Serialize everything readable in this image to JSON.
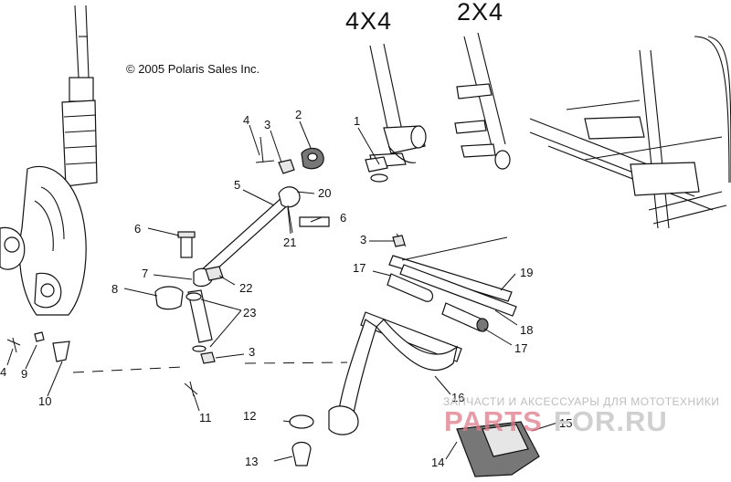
{
  "header": {
    "label_4x4": "4X4",
    "label_2x4": "2X4",
    "copyright": "© 2005 Polaris Sales Inc."
  },
  "watermark": {
    "tagline": "ЗАПЧАСТИ И АКСЕССУАРЫ ДЛЯ МОТОТЕХНИКИ",
    "brand_part1": "PARTS",
    "brand_part2": "FOR.RU"
  },
  "callouts": {
    "c1": "1",
    "c2": "2",
    "c3a": "3",
    "c3b": "3",
    "c3c": "3",
    "c4a": "4",
    "c4b": "4",
    "c5": "5",
    "c6a": "6",
    "c6b": "6",
    "c7": "7",
    "c8": "8",
    "c9": "9",
    "c10": "10",
    "c11": "11",
    "c12": "12",
    "c13": "13",
    "c14": "14",
    "c15": "15",
    "c16": "16",
    "c17a": "17",
    "c17b": "17",
    "c18": "18",
    "c19": "19",
    "c20": "20",
    "c21": "21",
    "c22": "22",
    "c23": "23"
  }
}
